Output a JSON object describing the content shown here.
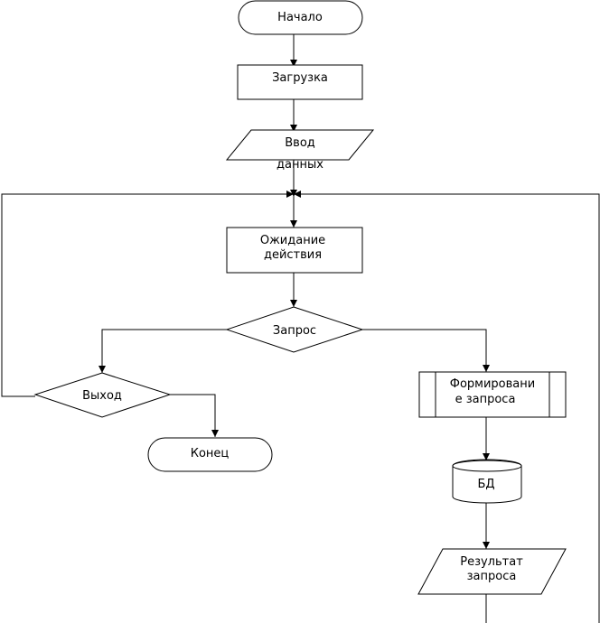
{
  "flowchart": {
    "start": "Начало",
    "load": "Загрузка",
    "input": {
      "line1": "Ввод",
      "line2": "данных"
    },
    "wait": {
      "line1": "Ожидание",
      "line2": "действия"
    },
    "query_decision": "Запрос",
    "exit_decision": "Выход",
    "end": "Конец",
    "form_query": {
      "line1": "Формировани",
      "line2": "е запроса"
    },
    "database": "БД",
    "result": {
      "line1": "Результат",
      "line2": "запроса"
    }
  }
}
